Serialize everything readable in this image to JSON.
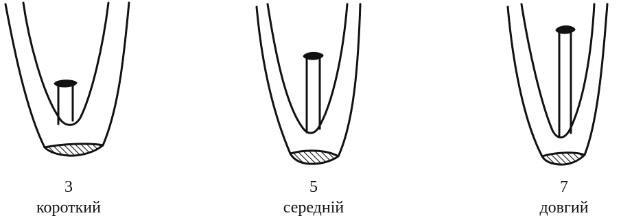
{
  "figures": [
    {
      "number": "3",
      "caption": "короткий"
    },
    {
      "number": "5",
      "caption": "середній"
    },
    {
      "number": "7",
      "caption": "довгий"
    }
  ],
  "colors": {
    "ink": "#111111",
    "background": "#ffffff"
  }
}
